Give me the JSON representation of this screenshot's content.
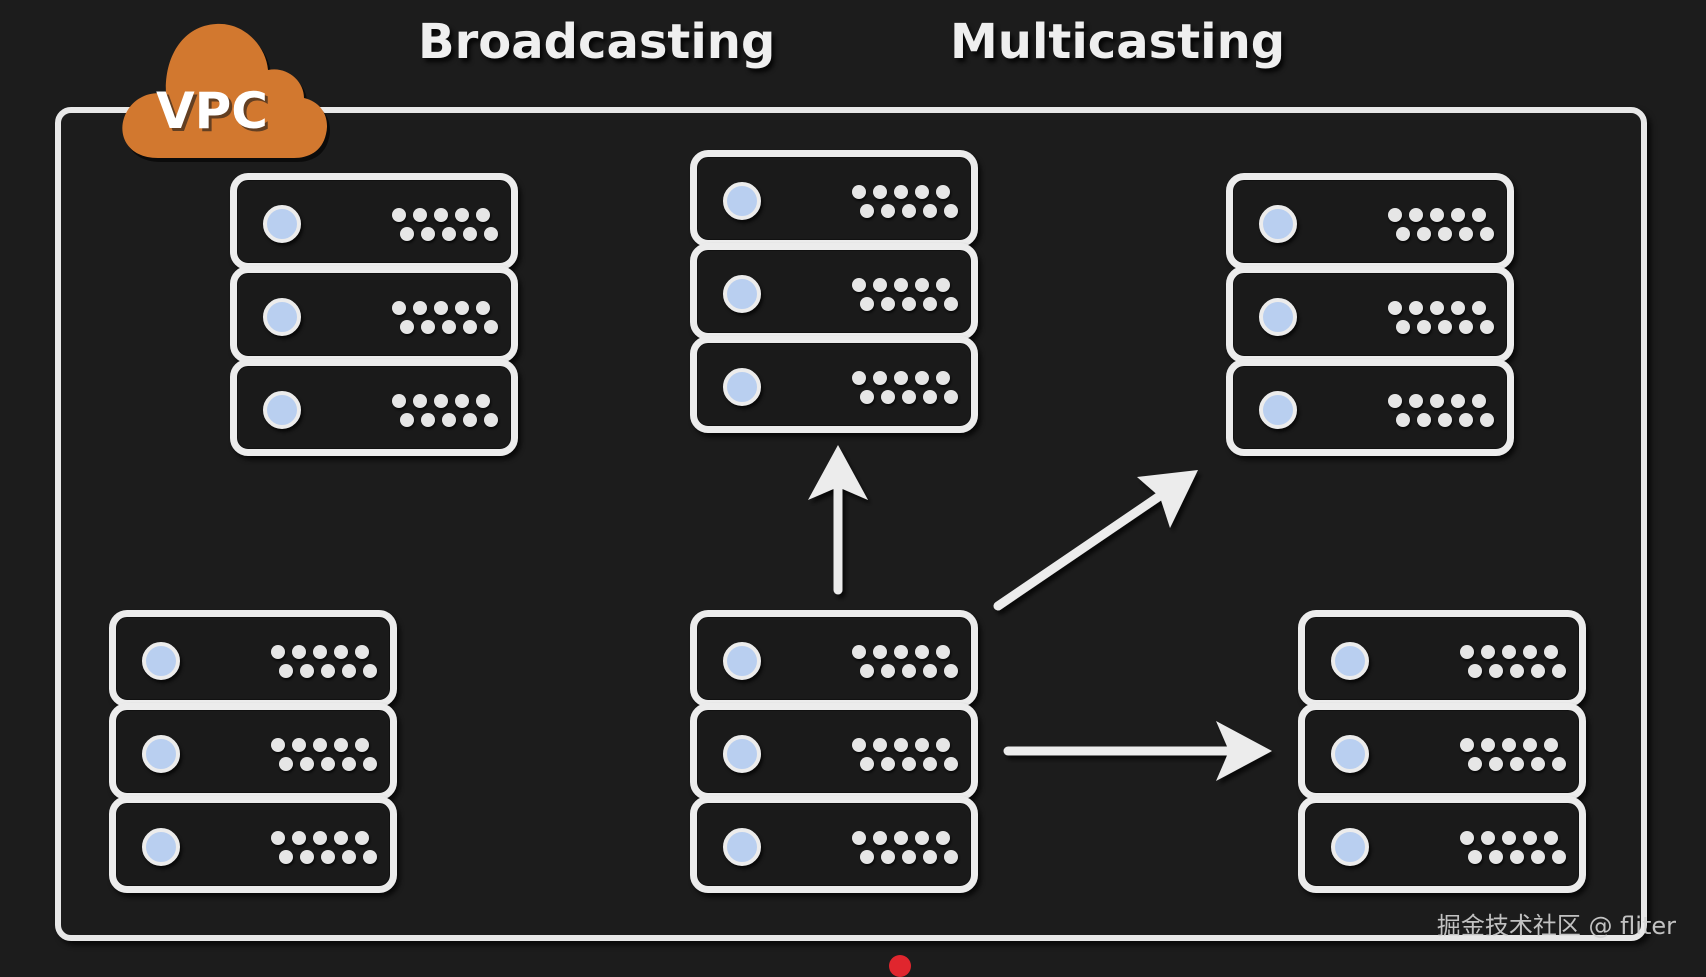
{
  "titles": {
    "left": "Broadcasting",
    "right": "Multicasting"
  },
  "vpc": {
    "label": "VPC",
    "cloud_color": "#d2782f",
    "icon": "cloud-icon"
  },
  "servers": [
    {
      "id": "server-top-left",
      "units": 3,
      "icon": "server-rack-icon"
    },
    {
      "id": "server-top-center",
      "units": 3,
      "icon": "server-rack-icon"
    },
    {
      "id": "server-top-right",
      "units": 3,
      "icon": "server-rack-icon"
    },
    {
      "id": "server-bottom-left",
      "units": 3,
      "icon": "server-rack-icon"
    },
    {
      "id": "server-bottom-center",
      "units": 3,
      "icon": "server-rack-icon",
      "role": "source"
    },
    {
      "id": "server-bottom-right",
      "units": 3,
      "icon": "server-rack-icon"
    }
  ],
  "arrows": [
    {
      "from": "server-bottom-center",
      "to": "server-top-center",
      "icon": "arrow-up-icon"
    },
    {
      "from": "server-bottom-center",
      "to": "server-top-right",
      "icon": "arrow-up-right-icon"
    },
    {
      "from": "server-bottom-center",
      "to": "server-bottom-right",
      "icon": "arrow-right-icon"
    }
  ],
  "colors": {
    "background": "#1c1c1c",
    "stroke": "#ececec",
    "led": "#b9cff0",
    "accent": "#d2782f"
  },
  "watermark": "掘金技术社区 @ fliter"
}
